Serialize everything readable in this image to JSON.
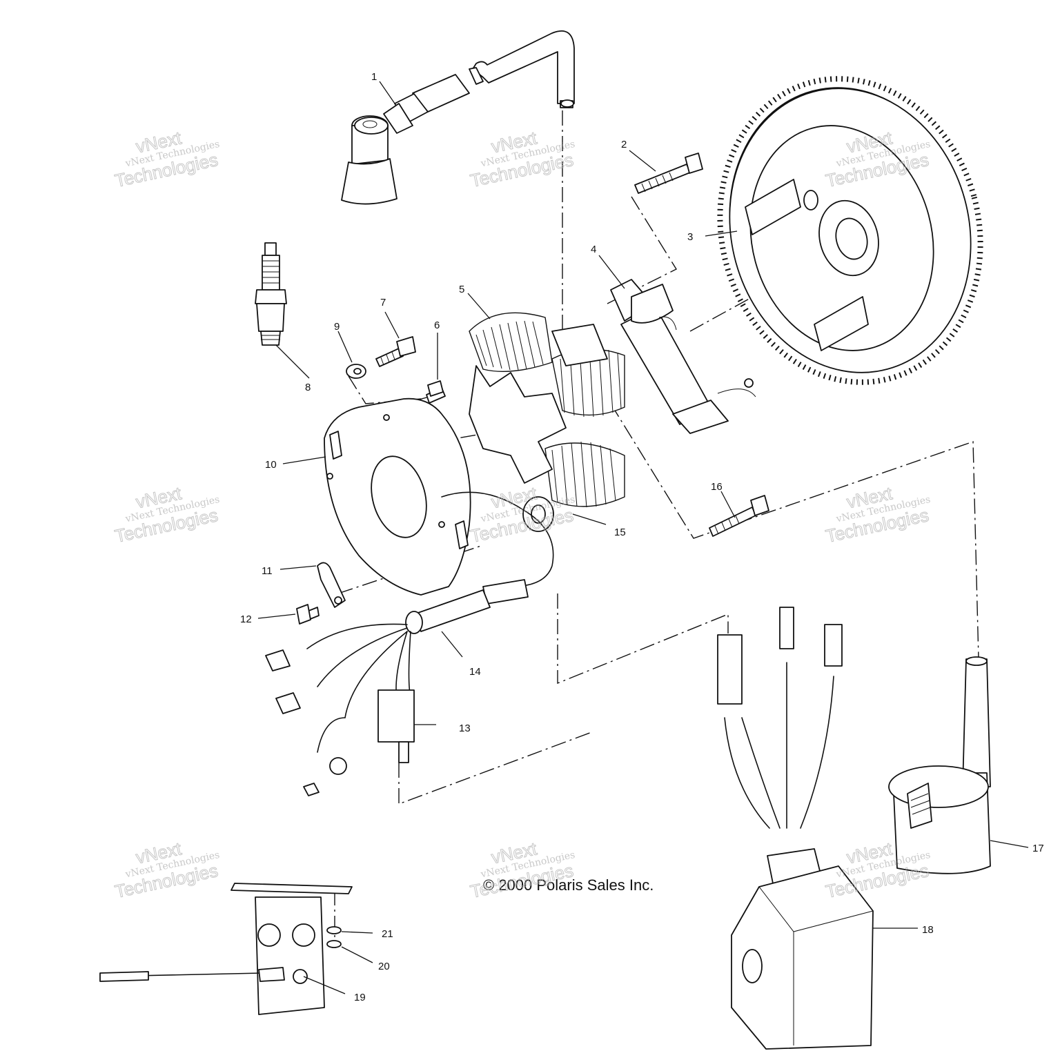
{
  "callouts": [
    "1",
    "2",
    "3",
    "4",
    "5",
    "6",
    "7",
    "8",
    "9",
    "10",
    "11",
    "12",
    "13",
    "14",
    "15",
    "16",
    "17",
    "18",
    "19",
    "20",
    "21"
  ],
  "copyright": "© 2000 Polaris Sales Inc.",
  "watermark": {
    "line1": "vNext",
    "line2": "vNext Technologies",
    "line3": "Technologies"
  }
}
